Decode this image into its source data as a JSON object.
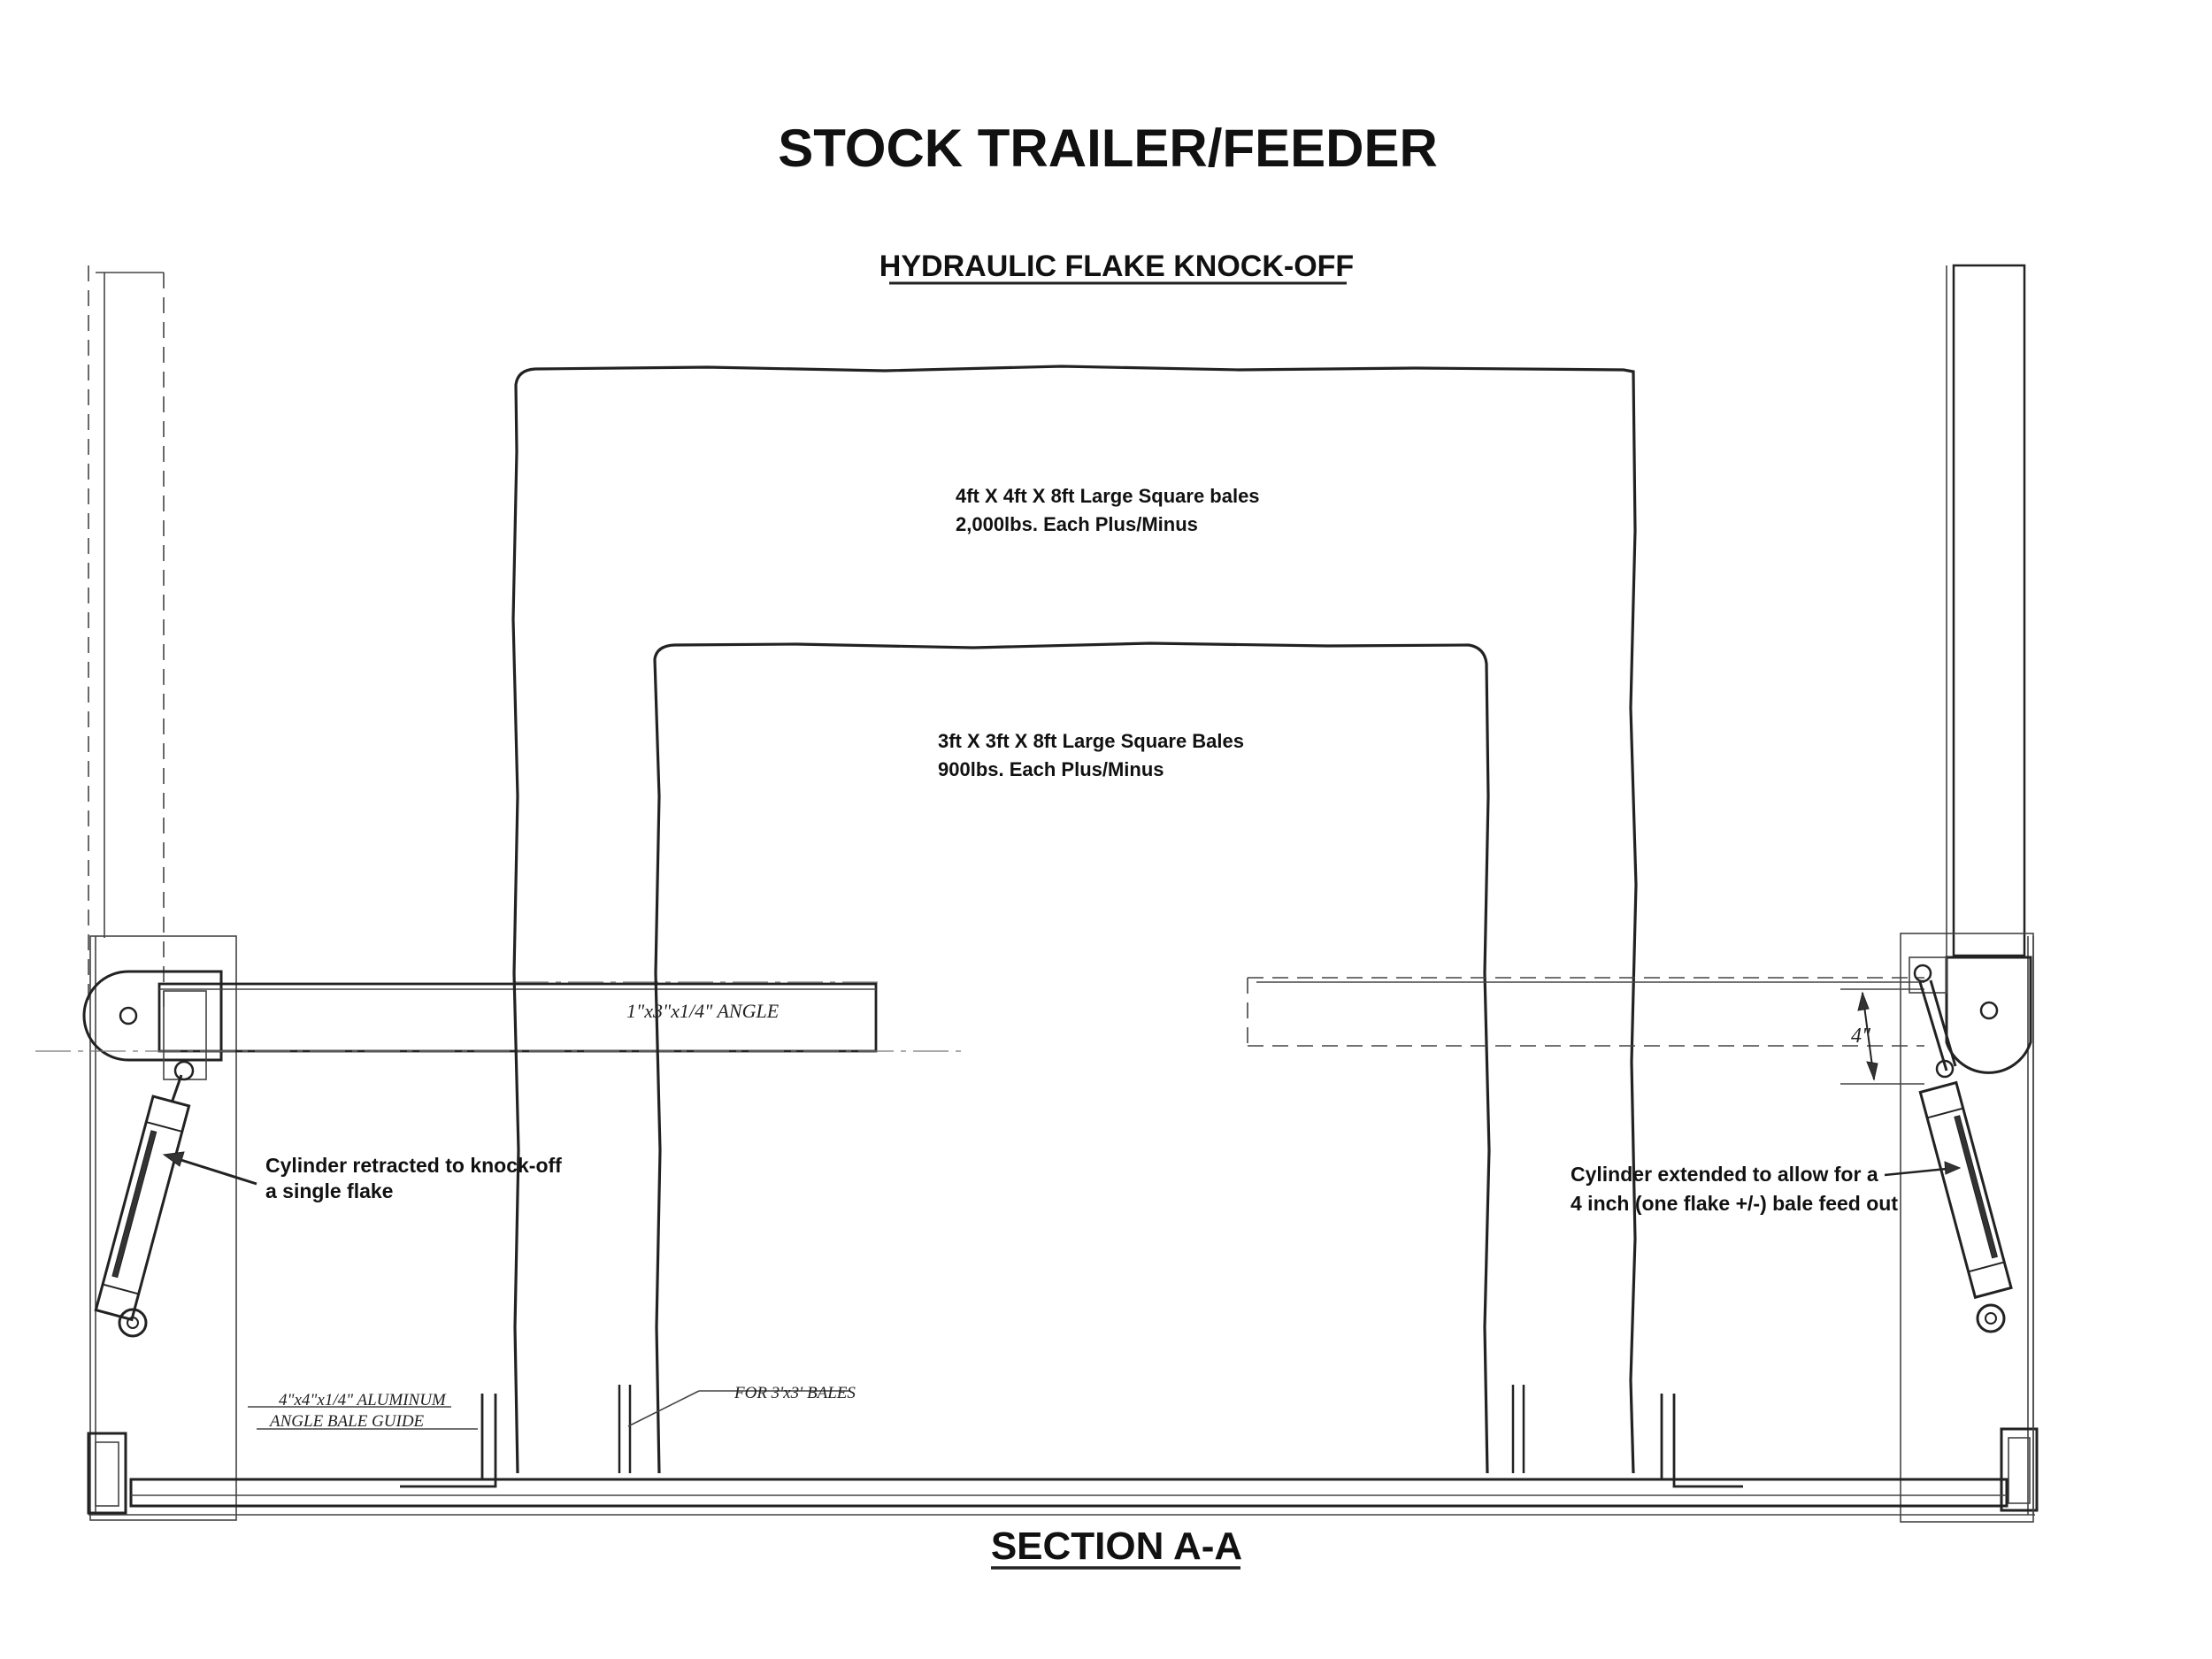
{
  "title": "STOCK TRAILER/FEEDER",
  "subtitle": "HYDRAULIC FLAKE KNOCK-OFF",
  "section_label": "SECTION A-A",
  "bales": {
    "large": {
      "line1": "4ft X 4ft X 8ft Large Square bales",
      "line2": "2,000lbs. Each Plus/Minus"
    },
    "small": {
      "line1": "3ft X 3ft X 8ft Large Square Bales",
      "line2": "900lbs. Each Plus/Minus"
    }
  },
  "annotations": {
    "left_cylinder": {
      "line1": "Cylinder retracted to knock-off",
      "line2": "a single flake"
    },
    "right_cylinder": {
      "line1": "Cylinder extended to allow for a",
      "line2": "4 inch (one flake +/-) bale feed out"
    },
    "angle_label": "1\"x3\"x1/4\" ANGLE",
    "guide_label_line1": "4\"x4\"x1/4\" ALUMINUM",
    "guide_label_line2": "ANGLE BALE GUIDE",
    "small_bale_guide": "FOR 3'x3' BALES",
    "dimension": "4\""
  }
}
